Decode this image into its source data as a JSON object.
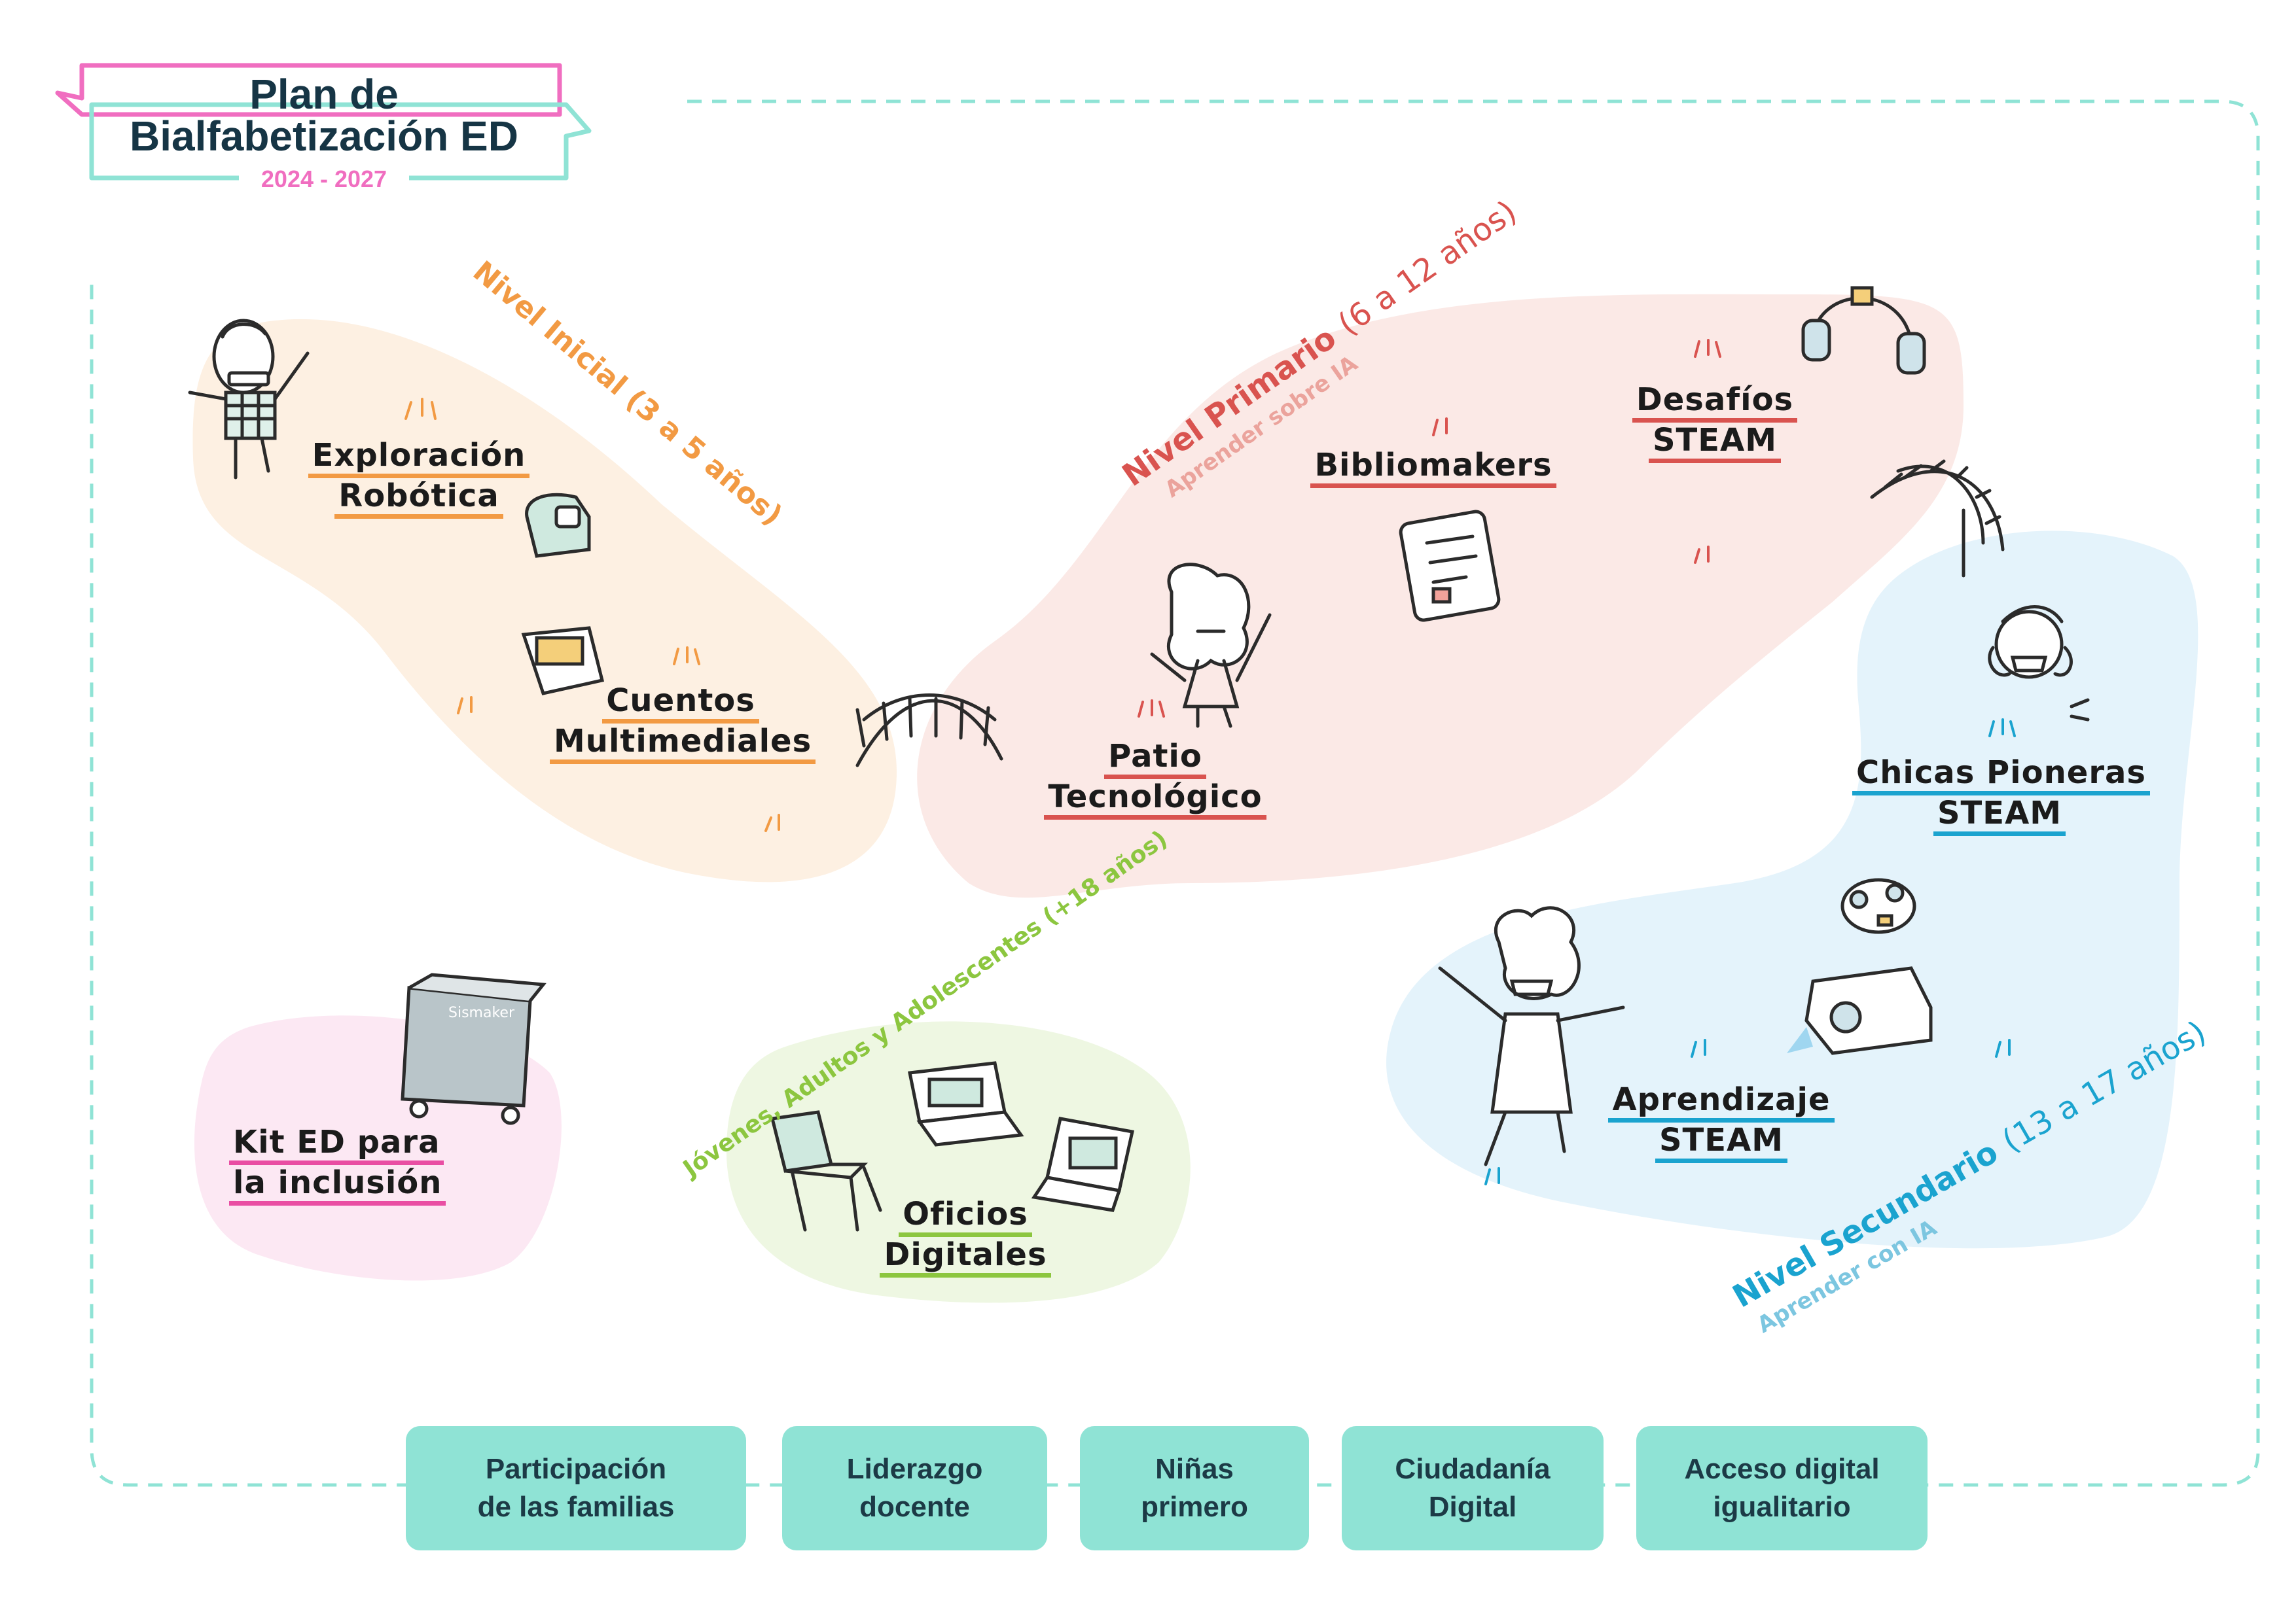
{
  "title": {
    "line1": "Plan de",
    "line2": "Bialfabetización ED",
    "years": "2024 - 2027"
  },
  "levels": {
    "inicial": {
      "label": "Nivel Inicial (3 a 5 años)",
      "color": "#f29a43"
    },
    "primario": {
      "label": "Nivel Primario",
      "range": "(6 a 12 años)",
      "subtitle": "Aprender sobre IA",
      "color": "#d9534f"
    },
    "secundario": {
      "label": "Nivel Secundario",
      "range": "(13 a 17 años)",
      "subtitle": "Aprender con IA",
      "color": "#1aa3cf"
    },
    "adultos": {
      "label": "Jóvenes, Adultos y Adolescentes (+18 años)",
      "color": "#8cc63f"
    }
  },
  "programs": {
    "exploracion": {
      "line1": "Exploración",
      "line2": "Robótica"
    },
    "cuentos": {
      "line1": "Cuentos",
      "line2": "Multimediales"
    },
    "patio": {
      "line1": "Patio",
      "line2": "Tecnológico"
    },
    "bibliomakers": {
      "line1": "Bibliomakers"
    },
    "desafios": {
      "line1": "Desafíos",
      "line2": "STEAM"
    },
    "chicas": {
      "line1": "Chicas Pioneras",
      "line2": "STEAM"
    },
    "aprendizaje": {
      "line1": "Aprendizaje",
      "line2": "STEAM"
    },
    "kit": {
      "line1": "Kit ED para",
      "line2": "la inclusión"
    },
    "oficios": {
      "line1": "Oficios",
      "line2": "Digitales"
    }
  },
  "kit_cabinet_text": "Sismaker",
  "pillars": [
    {
      "text": "Participación\nde las familias"
    },
    {
      "text": "Liderazgo\ndocente"
    },
    {
      "text": "Niñas\nprimero"
    },
    {
      "text": "Ciudadanía\nDigital"
    },
    {
      "text": "Acceso digital\nigualitario"
    }
  ],
  "colors": {
    "teal_border": "#8fe3d5",
    "pink_frame": "#f06ec0",
    "inicial_blob": "#fdf0e2",
    "primario_blob": "#fbe9e6",
    "secundario_blob": "#e4f3fb",
    "kit_blob": "#fce8f3",
    "adultos_blob": "#eef7e2"
  }
}
